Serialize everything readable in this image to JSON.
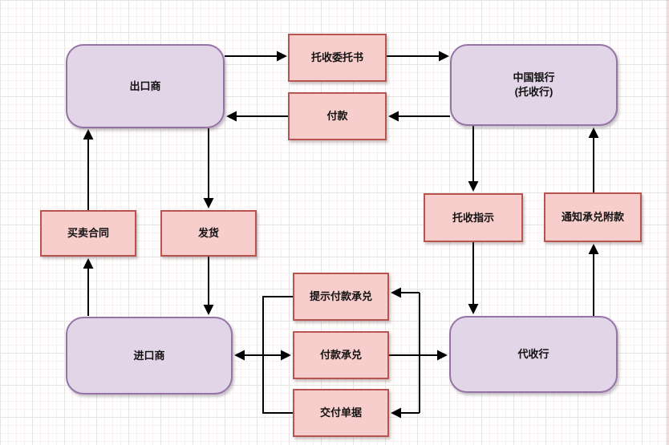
{
  "diagram": {
    "type": "flowchart",
    "topic": "documentary-collection-payment-process",
    "colors": {
      "entity_fill": "#e1d5e7",
      "entity_border": "#9673a6",
      "step_fill": "#f8cecc",
      "step_border": "#b85450",
      "connector": "#000000",
      "grid_major": "#e6e3e3",
      "grid_minor": "#f6f0f0"
    }
  },
  "nodes": {
    "exporter": {
      "label": "出口商"
    },
    "bank_of_china": {
      "label_line1": "中国银行",
      "label_line2": "(托收行)"
    },
    "importer": {
      "label": "进口商"
    },
    "collecting_bank": {
      "label": "代收行"
    },
    "collection_letter": {
      "label": "托收委托书"
    },
    "payment": {
      "label": "付款"
    },
    "sales_contract": {
      "label": "买卖合同"
    },
    "shipment": {
      "label": "发货"
    },
    "collection_instruction": {
      "label": "托收指示"
    },
    "notify_acceptance": {
      "label": "通知承兑附款"
    },
    "present_payment_acceptance": {
      "label": "提示付款承兑"
    },
    "payment_acceptance": {
      "label": "付款承兑"
    },
    "deliver_documents": {
      "label": "交付单据"
    }
  }
}
